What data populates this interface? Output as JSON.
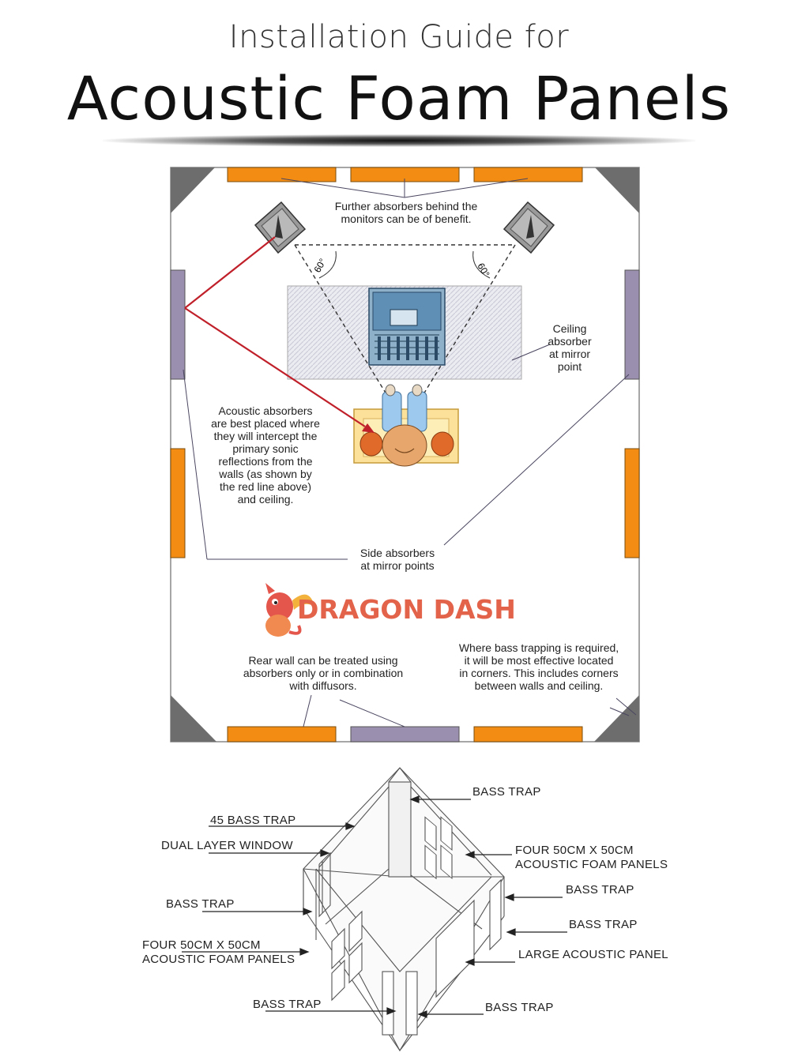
{
  "header": {
    "line1": "Installation Guide for",
    "line2": "Acoustic Foam Panels"
  },
  "floorplan": {
    "note_monitors": "Further absorbers behind the\nmonitors can be of benefit.",
    "angle_left": "60°",
    "angle_right": "60°",
    "note_ceiling": "Ceiling\nabsorber\nat mirror\npoint",
    "note_primary": "Acoustic absorbers\nare best placed where\nthey will intercept the\nprimary sonic\nreflections from the\nwalls (as shown by\nthe red line above)\nand ceiling.",
    "note_side": "Side absorbers\nat mirror points",
    "note_rear": "Rear wall can be treated using\nabsorbers only or in combination\nwith diffusors.",
    "note_bass": "Where bass trapping is required,\nit will be most effective located\nin corners. This includes corners\nbetween walls and ceiling.",
    "watermark": "DRAGON DASH",
    "colors": {
      "orange_panel": "#f28c13",
      "purple_panel": "#9a8fae",
      "corner_trap": "#6d6d6d",
      "reflection": "#c0202a"
    }
  },
  "room3d": {
    "labels_left": [
      "45 BASS TRAP",
      "DUAL LAYER WINDOW",
      "BASS TRAP",
      "FOUR 50CM X 50CM\nACOUSTIC FOAM PANELS",
      "BASS TRAP"
    ],
    "labels_right": [
      "BASS TRAP",
      "FOUR 50CM X 50CM\nACOUSTIC FOAM PANELS",
      "BASS TRAP",
      "BASS TRAP",
      "LARGE ACOUSTIC PANEL",
      "BASS TRAP"
    ]
  }
}
